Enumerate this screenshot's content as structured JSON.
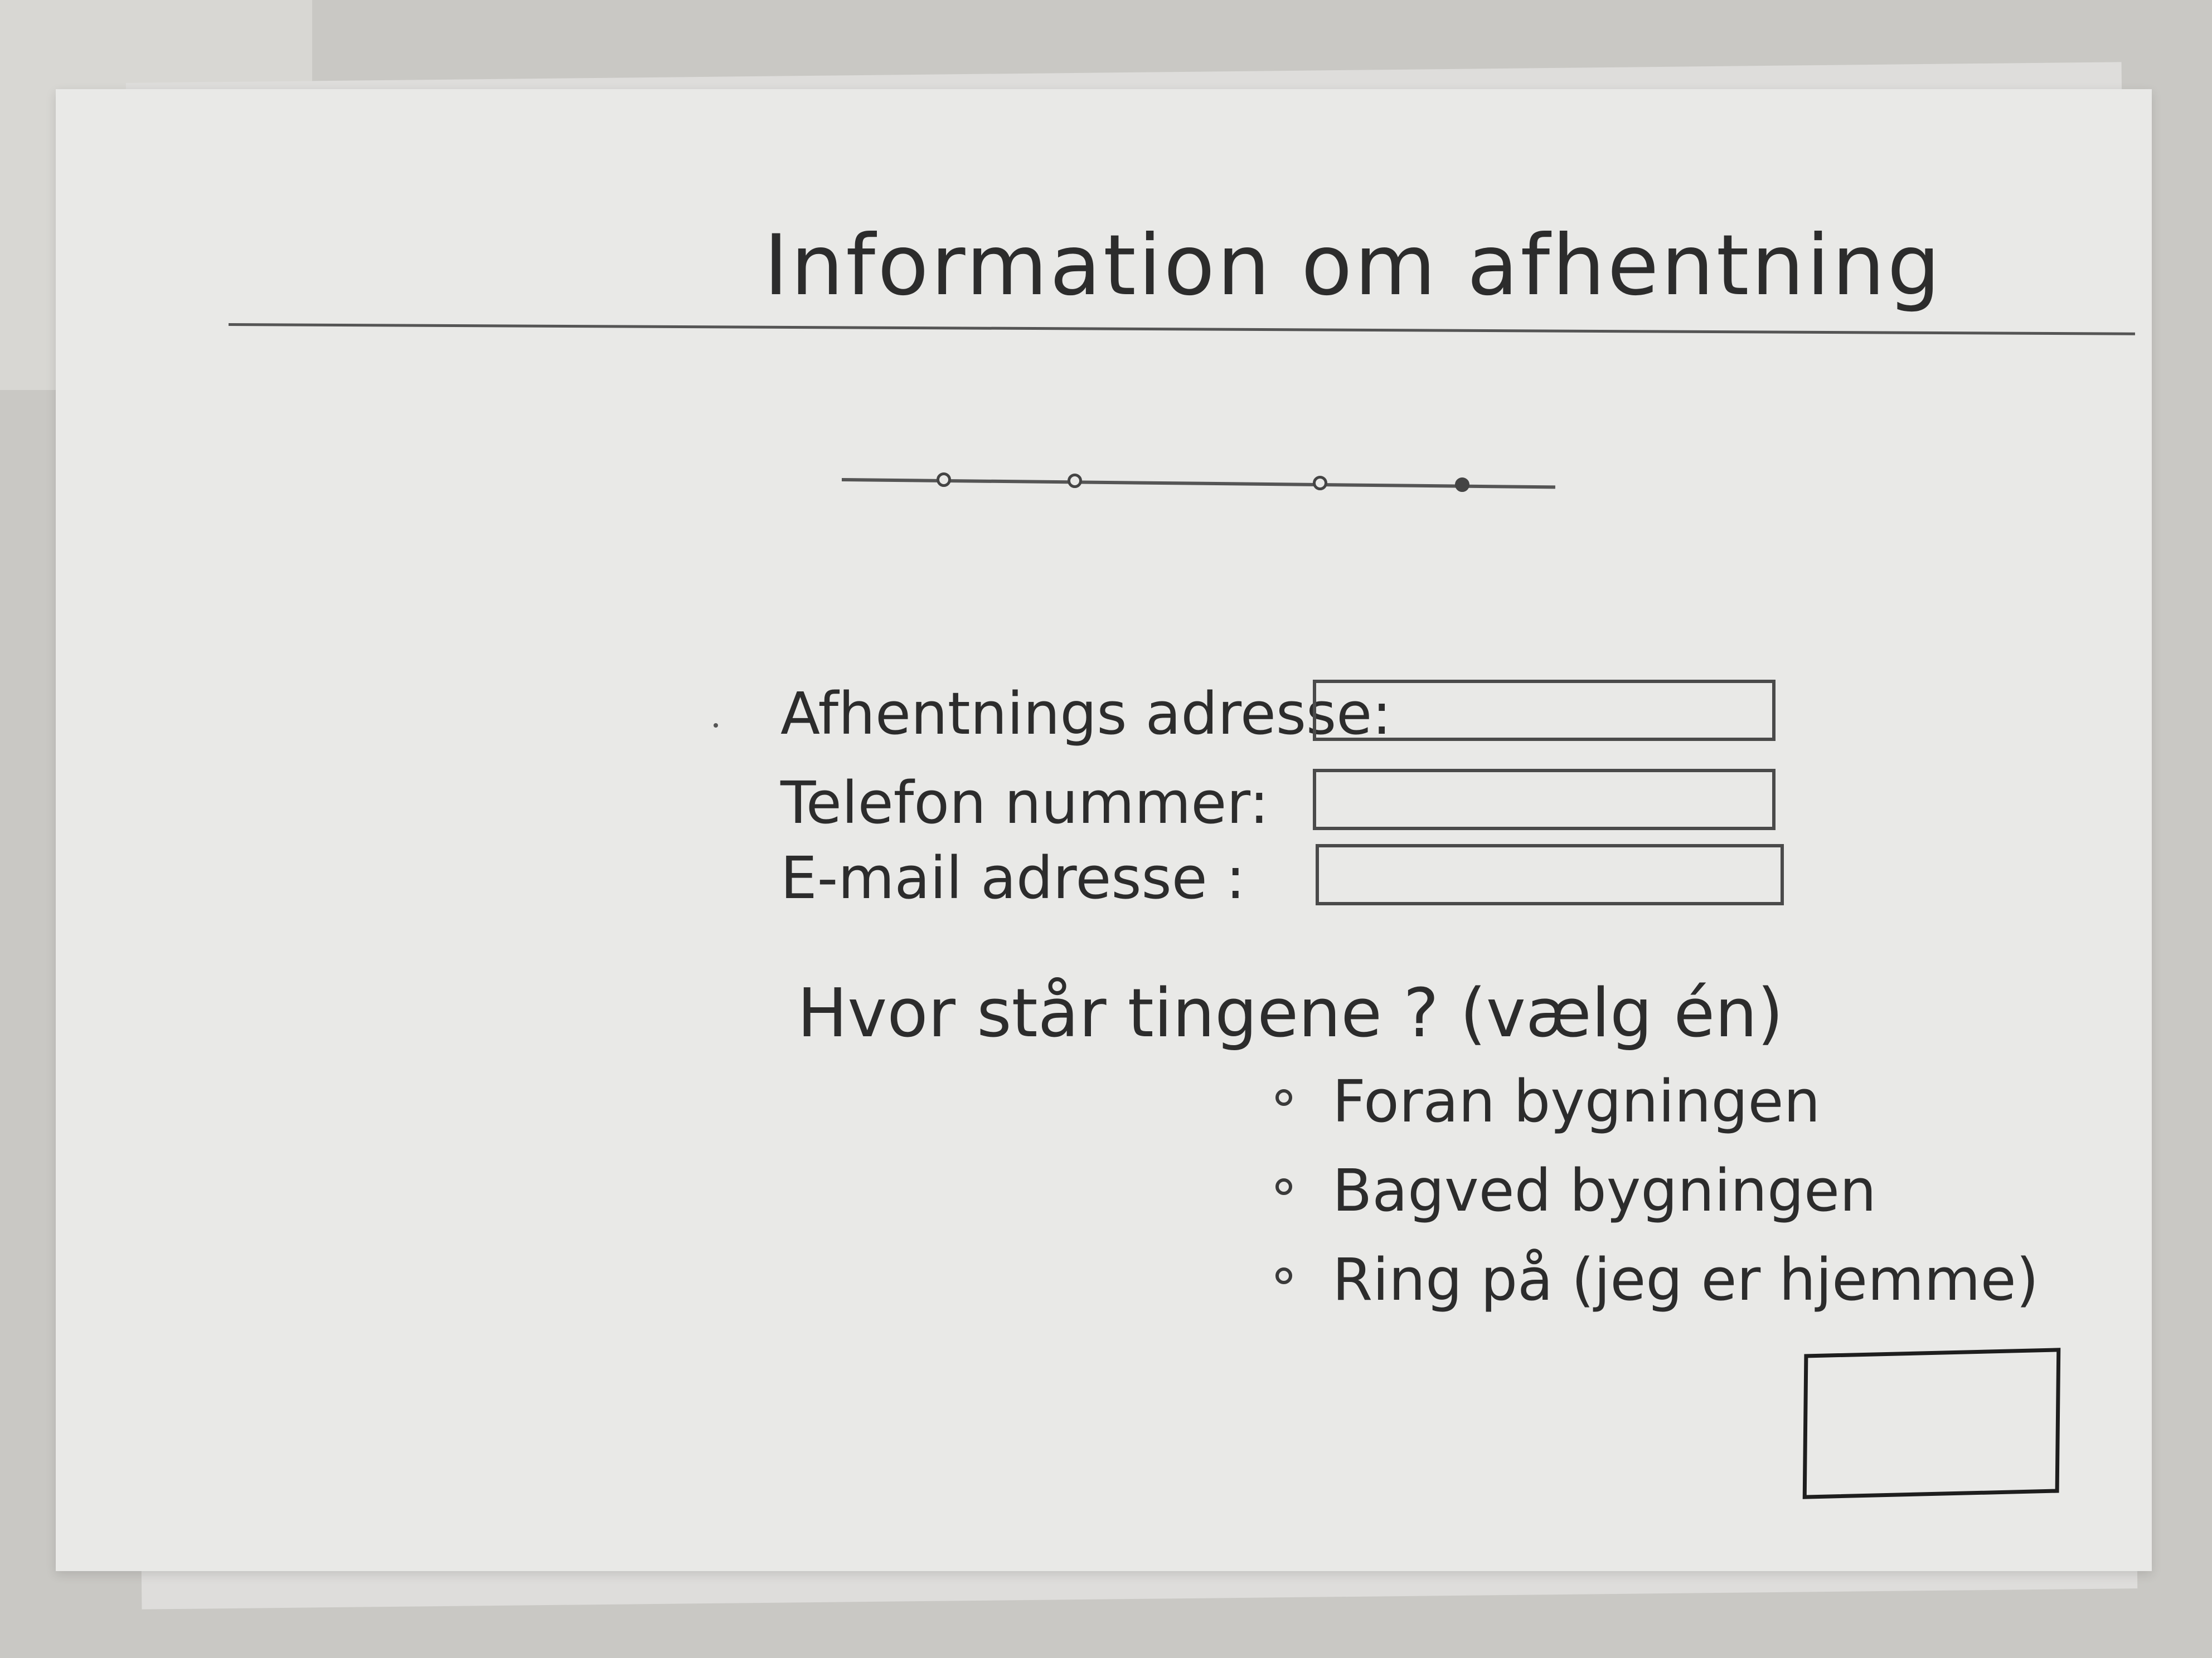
{
  "page": {
    "title": "Information om afhentning"
  },
  "progress": {
    "total_steps": 4,
    "current_step": 4
  },
  "form": {
    "fields": [
      {
        "label": "Afhentnings adresse:",
        "value": "",
        "placeholder": ""
      },
      {
        "label": "Telefon nummer:",
        "value": "",
        "placeholder": ""
      },
      {
        "label": "E-mail adresse :",
        "value": "",
        "placeholder": ""
      }
    ]
  },
  "location_question": {
    "text": "Hvor står tingene ? (vælg én)",
    "options": [
      {
        "label": "Foran bygningen",
        "selected": false
      },
      {
        "label": "Bagved bygningen",
        "selected": false
      },
      {
        "label": "Ring på (jeg er hjemme)",
        "selected": false
      }
    ]
  },
  "colors": {
    "paper": "#e9e9e7",
    "ink": "#2c2c2c",
    "background": "#c9c8c4"
  }
}
